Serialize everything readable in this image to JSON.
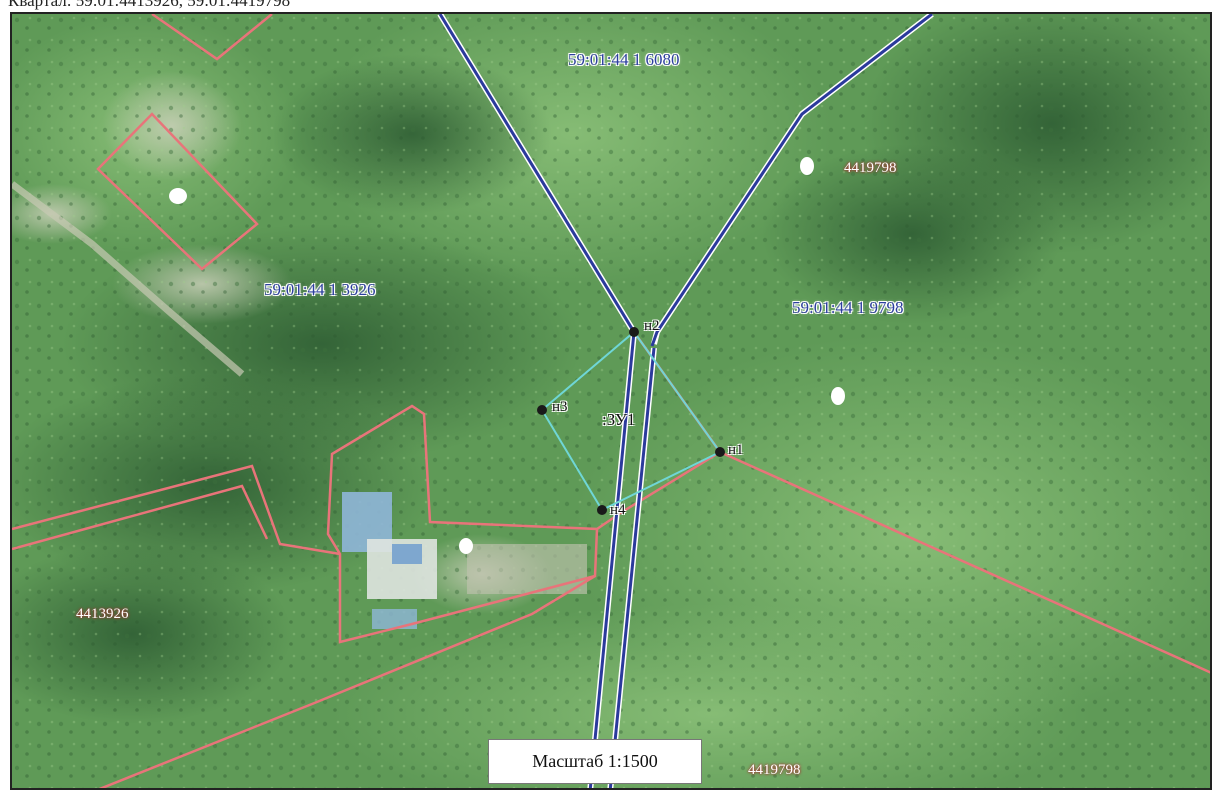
{
  "header": {
    "text": "Квартал: 59:01:4413926, 59:01:4419798"
  },
  "map": {
    "parcels": [
      {
        "id": "p1",
        "label": "59:01:44 1 6080",
        "style": "blue"
      },
      {
        "id": "p2",
        "label": "59:01:44 1 3926",
        "style": "blue"
      },
      {
        "id": "p3",
        "label": "59:01:44 1 9798",
        "style": "blue"
      },
      {
        "id": "p4",
        "label": "4419798",
        "style": "white"
      },
      {
        "id": "p5",
        "label": "4413926",
        "style": "white"
      },
      {
        "id": "p6",
        "label": "4419798",
        "style": "white"
      }
    ],
    "new_parcel": {
      "label": ":ЗУ1"
    },
    "points": [
      "н1",
      "н2",
      "н3",
      "н4"
    ],
    "colors": {
      "road_blue": "#2b3a9c",
      "boundary_red": "#e8747a",
      "new_parcel_cyan": "#6fd6d6",
      "vertex": "#1a1a1a"
    }
  },
  "scale": {
    "label": "Масштаб 1:1500"
  }
}
